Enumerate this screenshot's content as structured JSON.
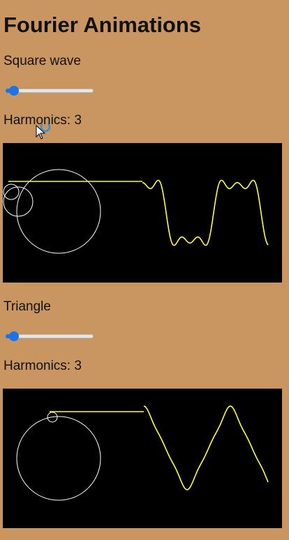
{
  "page": {
    "title": "Fourier Animations"
  },
  "sections": [
    {
      "heading": "Square wave",
      "harmonics_label": "Harmonics: 3",
      "slider_value": 3,
      "wave": "square"
    },
    {
      "heading": "Triangle",
      "harmonics_label": "Harmonics: 3",
      "slider_value": 3,
      "wave": "triangle"
    }
  ],
  "colors": {
    "background": "#c99560",
    "canvas": "#000000",
    "trace": "#ffff33",
    "circles": "#ffffff",
    "slider_accent": "#1a73e8"
  }
}
